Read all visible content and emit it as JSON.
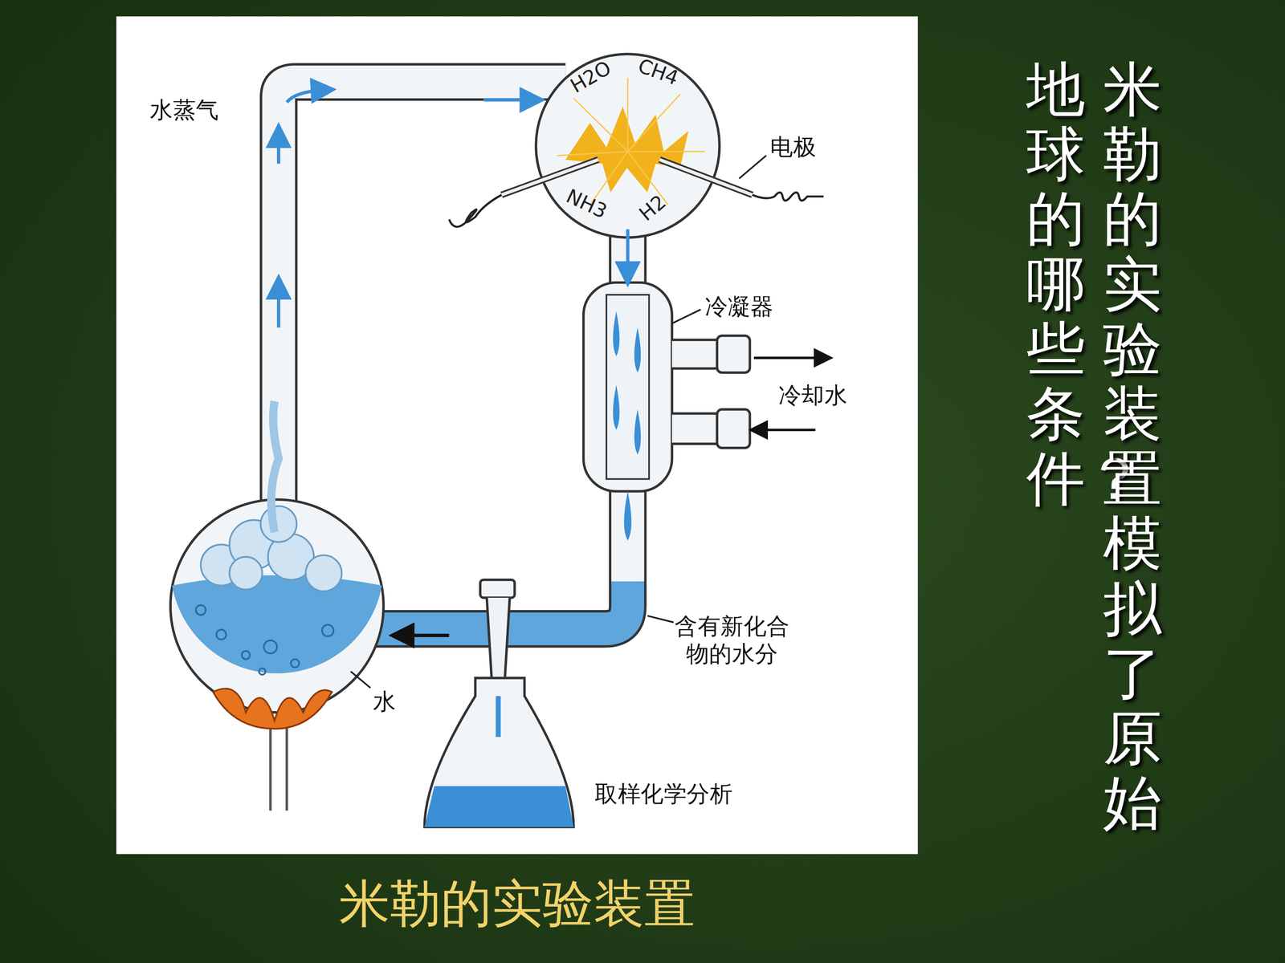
{
  "diagram": {
    "title": "米勒的实验装置模拟了原始地球的哪些条件？",
    "caption": "米勒的实验装置",
    "labels": [
      "水蒸气",
      "H2O",
      "CH4",
      "电极",
      "NH3",
      "H2",
      "冷凝器",
      "冷却水",
      "含有新化合物的水分",
      "水",
      "取样化学分析"
    ]
  }
}
